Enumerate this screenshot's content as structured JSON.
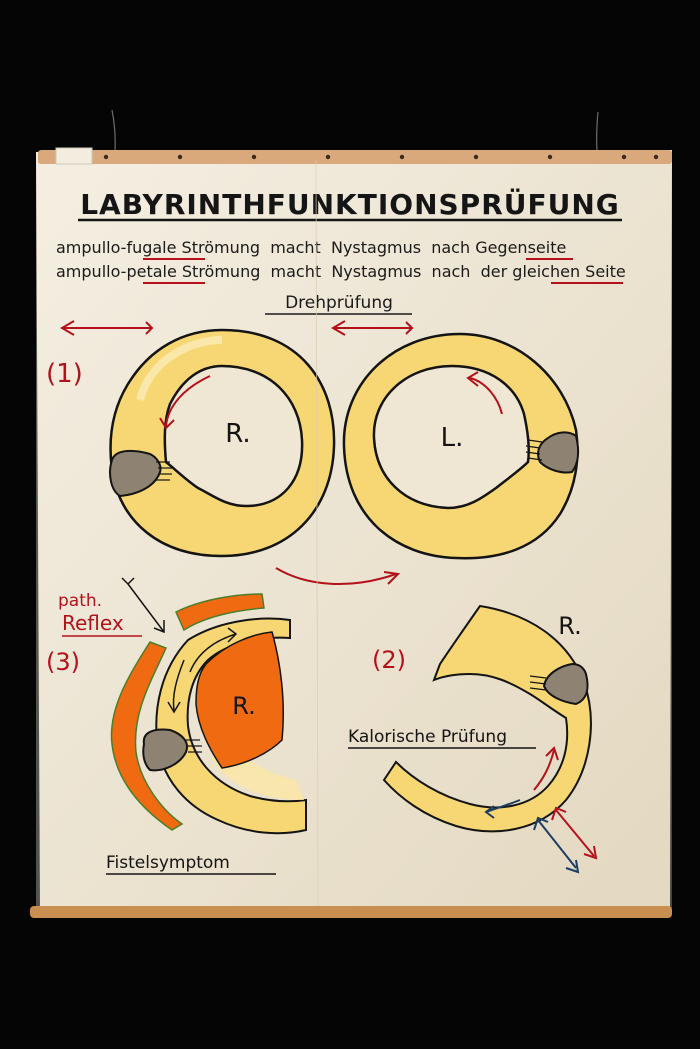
{
  "title": "LABYRINTHFUNKTIONSPRÜFUNG",
  "line1": {
    "prefix": "ampullo-",
    "key": "fugale",
    "mid": " Strömung  macht  Nystagmus  nach ",
    "key2": "Gegen",
    "suffix": "seite"
  },
  "line2": {
    "prefix": "ampullo-",
    "key": "petale",
    "mid": " Strömung  macht  Nystagmus  nach  der ",
    "key2": "gleichen",
    "suffix": " Seite"
  },
  "sections": {
    "rotation": {
      "number": "(1)",
      "label": "Drehprüfung"
    },
    "caloric": {
      "number": "(2)",
      "label": "Kalorische Prüfung"
    },
    "fistula": {
      "number": "(3)",
      "label": "Fistelsymptom",
      "reflex_line1": "path.",
      "reflex_line2": "Reflex"
    }
  },
  "ear_labels": {
    "right": "R.",
    "left": "L.",
    "right_caloric": "R.",
    "right_fistula": "R."
  },
  "colors": {
    "paper": "#efe6d3",
    "canal_yellow": "#f7d774",
    "canal_light": "#f9e7a8",
    "cupula_gray": "#8e8373",
    "accent_red": "#b3121b",
    "accent_blue": "#1e3d63",
    "orange_bone": "#ef6a10",
    "wood_rod": "#c98f50"
  }
}
